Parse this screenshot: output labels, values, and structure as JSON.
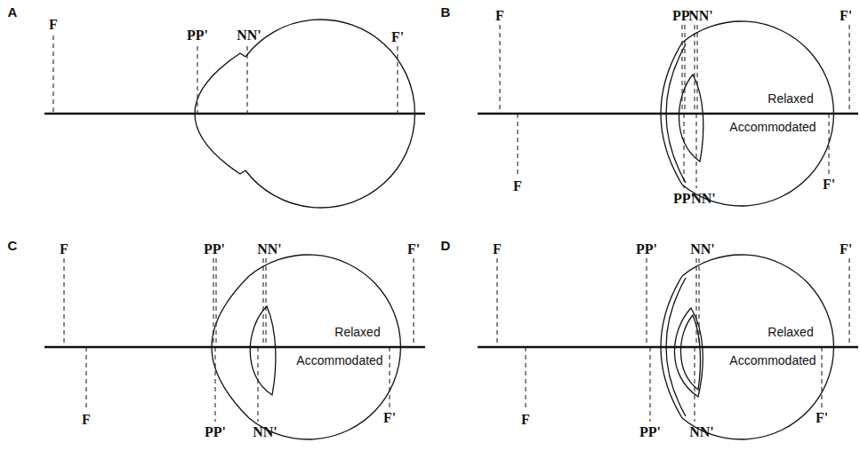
{
  "diagram": {
    "labels": [
      "A",
      "F",
      "PP'",
      "NN'",
      "F'",
      "B",
      "F",
      "PP'",
      "NN'",
      "F'",
      "Relaxed",
      "Accommodated",
      "F",
      "PP'",
      "NN'",
      "F'",
      "C",
      "F",
      "PP'",
      "NN'",
      "F'",
      "Relaxed",
      "Accommodated",
      "F",
      "PP'",
      "NN'",
      "F'",
      "D",
      "F",
      "PP'",
      "NN'",
      "F'",
      "Relaxed",
      "Accommodated",
      "F",
      "PP'",
      "NN'",
      "F'"
    ]
  }
}
